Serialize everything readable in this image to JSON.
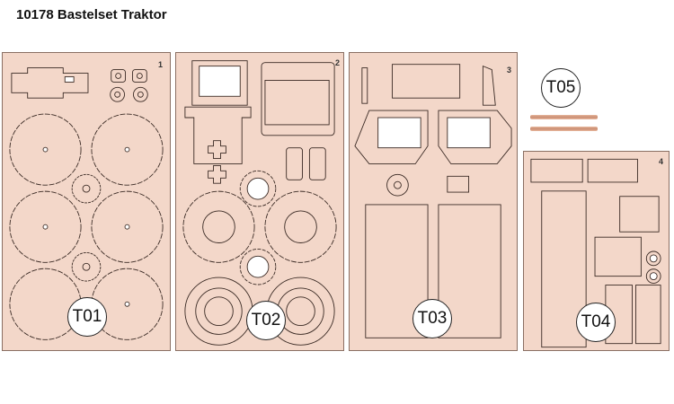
{
  "title": "10178  Bastelset Traktor",
  "sheets": [
    {
      "number": "1",
      "label": "T01"
    },
    {
      "number": "2",
      "label": "T02"
    },
    {
      "number": "3",
      "label": "T03"
    },
    {
      "number": "4",
      "label": "T04"
    }
  ],
  "extra": {
    "label": "T05"
  },
  "colors": {
    "wood": "#f3d7c9",
    "cut_line": "#3a2a24",
    "border": "#8a6f63"
  }
}
